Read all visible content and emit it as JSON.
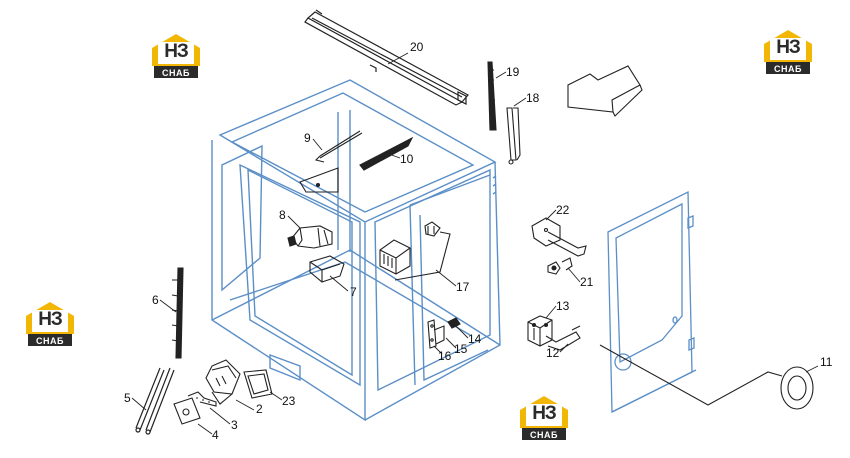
{
  "diagram": {
    "callouts": [
      {
        "id": "c1",
        "label": "20"
      },
      {
        "id": "c2",
        "label": "19"
      },
      {
        "id": "c3",
        "label": "18"
      },
      {
        "id": "c4",
        "label": "9"
      },
      {
        "id": "c5",
        "label": "10"
      },
      {
        "id": "c6",
        "label": "8"
      },
      {
        "id": "c7",
        "label": "7"
      },
      {
        "id": "c8",
        "label": "17"
      },
      {
        "id": "c9",
        "label": "22"
      },
      {
        "id": "c10",
        "label": "21"
      },
      {
        "id": "c11",
        "label": "13"
      },
      {
        "id": "c12",
        "label": "14"
      },
      {
        "id": "c13",
        "label": "15"
      },
      {
        "id": "c14",
        "label": "16"
      },
      {
        "id": "c15",
        "label": "12"
      },
      {
        "id": "c16",
        "label": "6"
      },
      {
        "id": "c17",
        "label": "5"
      },
      {
        "id": "c18",
        "label": "23"
      },
      {
        "id": "c19",
        "label": "2"
      },
      {
        "id": "c20",
        "label": "3"
      },
      {
        "id": "c21",
        "label": "4"
      },
      {
        "id": "c22",
        "label": "11"
      }
    ]
  },
  "watermark": {
    "main_text": "НЗ",
    "sub_text": "СНАБ",
    "accent_color": "#f2b705",
    "ink_color": "#2b2b2b"
  },
  "colors": {
    "cab_outline": "#5b8fc7",
    "part_outline": "#222222"
  }
}
